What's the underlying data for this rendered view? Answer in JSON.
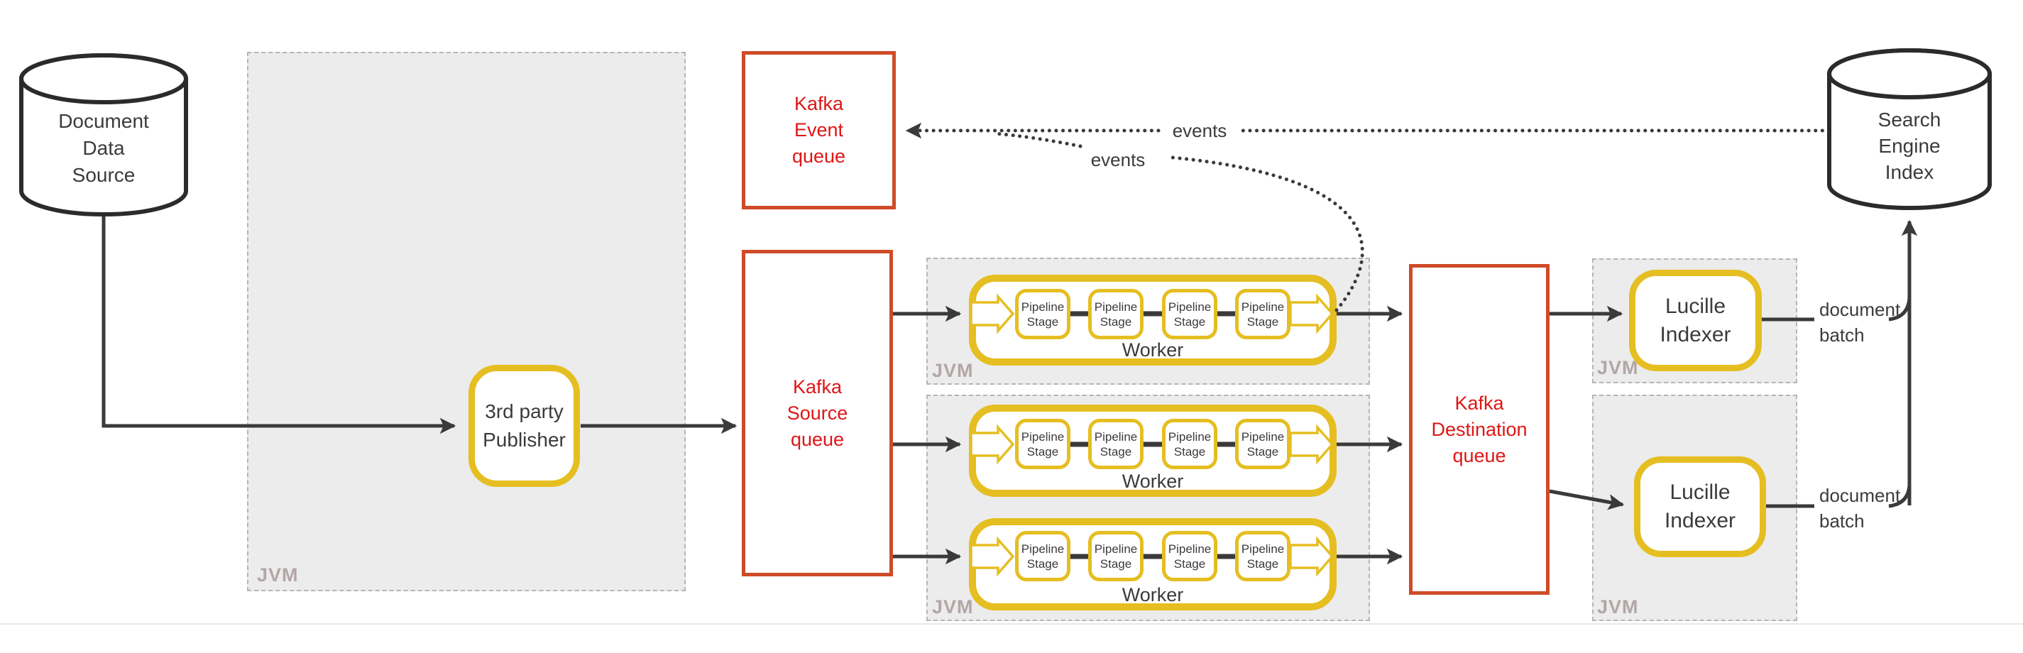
{
  "diagram": {
    "title_hint": "Lucille Kafka indexing architecture diagram",
    "colors": {
      "queue_border": "#cf4b28",
      "queue_text": "#de1616",
      "component_yellow": "#e5be21",
      "jvm_fill": "#ececec",
      "jvm_border": "#b5b5b5",
      "jvm_label_color": "#b3a6a6",
      "edge_color": "#3a3a3a",
      "text_color": "#3b3b3b"
    },
    "nodes": {
      "document_data_source": {
        "lines": [
          "Document",
          "Data",
          "Source"
        ]
      },
      "third_party_publisher": {
        "lines": [
          "3rd party",
          "Publisher"
        ]
      },
      "kafka_event_queue": {
        "lines": [
          "Kafka",
          "Event",
          "queue"
        ]
      },
      "kafka_source_queue": {
        "lines": [
          "Kafka",
          "Source",
          "queue"
        ]
      },
      "kafka_destination_queue": {
        "lines": [
          "Kafka",
          "Destination",
          "queue"
        ]
      },
      "search_engine_index": {
        "lines": [
          "Search",
          "Engine",
          "Index"
        ]
      },
      "lucille_indexer": {
        "lines": [
          "Lucille",
          "Indexer"
        ]
      },
      "worker_label": "Worker",
      "pipeline_stage": {
        "lines": [
          "Pipeline",
          "Stage"
        ]
      },
      "jvm_label": "JVM"
    },
    "edge_labels": {
      "events": "events",
      "document_batch": {
        "lines": [
          "document",
          "batch"
        ]
      }
    },
    "counts": {
      "workers": 3,
      "pipeline_stages_per_worker": 4,
      "lucille_indexers": 2,
      "jvm_containers": 5
    }
  }
}
